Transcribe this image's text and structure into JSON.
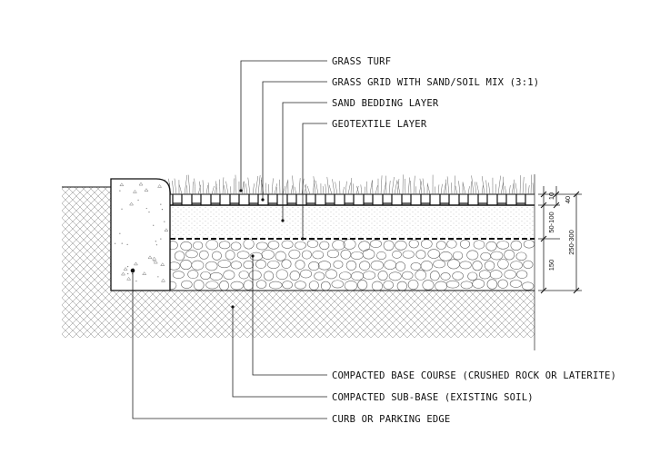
{
  "labels_top": [
    "GRASS TURF",
    "GRASS GRID WITH SAND/SOIL MIX  (3:1)",
    "SAND BEDDING LAYER",
    "GEOTEXTILE LAYER"
  ],
  "labels_bottom": [
    "COMPACTED BASE COURSE (CRUSHED ROCK OR LATERITE)",
    "COMPACTED SUB-BASE (EXISTING SOIL)",
    "CURB OR PARKING EDGE"
  ],
  "dimensions": {
    "grid_top": "10",
    "grid_thickness": "40",
    "sand_bedding": "50-100",
    "base_course": "150",
    "total": "250-300"
  }
}
